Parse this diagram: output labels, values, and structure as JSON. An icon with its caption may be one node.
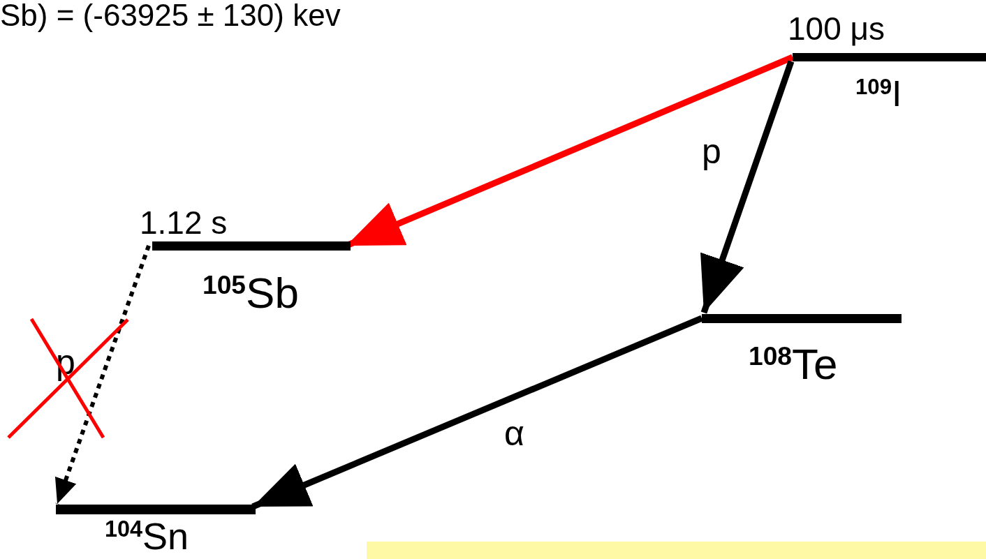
{
  "diagram": {
    "nodes": [
      {
        "text": [
          "$^{109}$I"
        ],
        "beside": [
          "100 μs"
        ]
      },
      {
        "text": [
          "$^{105}$Sb"
        ],
        "beside": [
          "1.12 s"
        ]
      },
      {
        "text": [
          "$^{108}$Te"
        ]
      },
      {
        "text": [
          "$^{104}$Sn"
        ]
      }
    ],
    "edges": [
      {
        "from": 0,
        "to": 1,
        "arrow": "to",
        "color": "#ff0000"
      },
      {
        "from": 0,
        "to": 2,
        "arrow": "to",
        "label": "p"
      },
      {
        "from": 2,
        "to": 3,
        "arrow": "to",
        "label": "α"
      },
      {
        "from": 1,
        "to": 3,
        "arrow": "to",
        "style": "dashed",
        "label": "p"
      }
    ],
    "labels": [
      "Sb) = (-63925 ± 130) kev"
    ]
  }
}
